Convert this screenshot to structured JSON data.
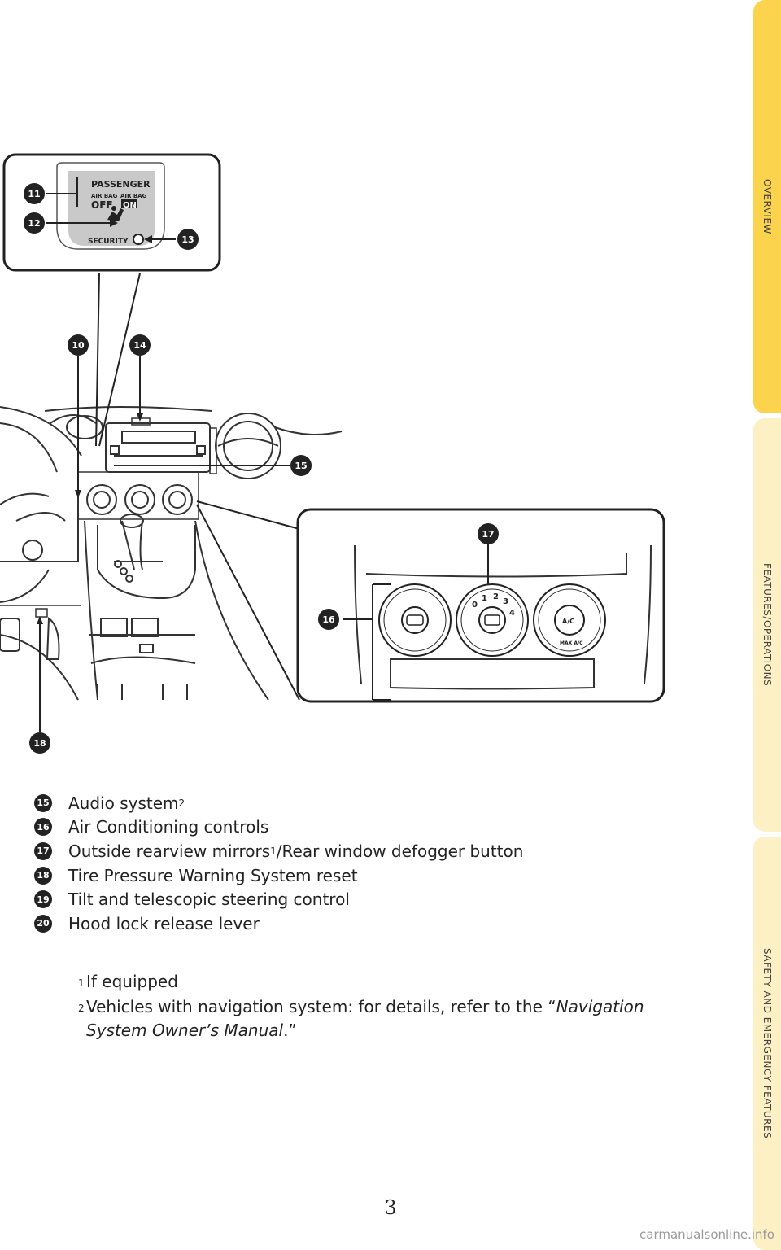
{
  "side_tabs": {
    "overview": {
      "label": "OVERVIEW",
      "color": "#fcd34d"
    },
    "features": {
      "label": "FEATURES/OPERATIONS",
      "color": "#fdf0c4"
    },
    "safety": {
      "label": "SAFETY AND EMERGENCY FEATURES",
      "color": "#fdf0c4"
    }
  },
  "callouts": {
    "c10": "10",
    "c11": "11",
    "c12": "12",
    "c13": "13",
    "c14": "14",
    "c15": "15",
    "c16": "16",
    "c17": "17",
    "c18": "18"
  },
  "indicator_panel": {
    "passenger": "PASSENGER",
    "airbag_left": "AIR BAG",
    "airbag_right": "AIR BAG",
    "off": "OFF",
    "on": "ON",
    "security": "SECURITY"
  },
  "climate_panel": {
    "ac_label": "A/C",
    "max_ac": "MAX A/C",
    "fan_speeds": [
      "0",
      "1",
      "2",
      "3",
      "4"
    ]
  },
  "legend": [
    {
      "num": "15",
      "text": "Audio system",
      "sup": "2"
    },
    {
      "num": "16",
      "text": "Air Conditioning controls",
      "sup": ""
    },
    {
      "num": "17",
      "text": "Outside rearview mirrors",
      "sup": "1",
      "rest": "/Rear window defogger button"
    },
    {
      "num": "18",
      "text": "Tire Pressure Warning System reset",
      "sup": ""
    },
    {
      "num": "19",
      "text": "Tilt and telescopic steering control",
      "sup": ""
    },
    {
      "num": "20",
      "text": "Hood lock release lever",
      "sup": ""
    }
  ],
  "footnotes": {
    "n1": {
      "num": "1",
      "text": "If equipped"
    },
    "n2": {
      "num": "2",
      "text_before": "Vehicles with navigation system: for details, refer to the “",
      "italic": "Navigation System Owner’s Manual",
      "text_after": ".”"
    }
  },
  "page_number": "3",
  "watermark": "carmanualsonline.info"
}
